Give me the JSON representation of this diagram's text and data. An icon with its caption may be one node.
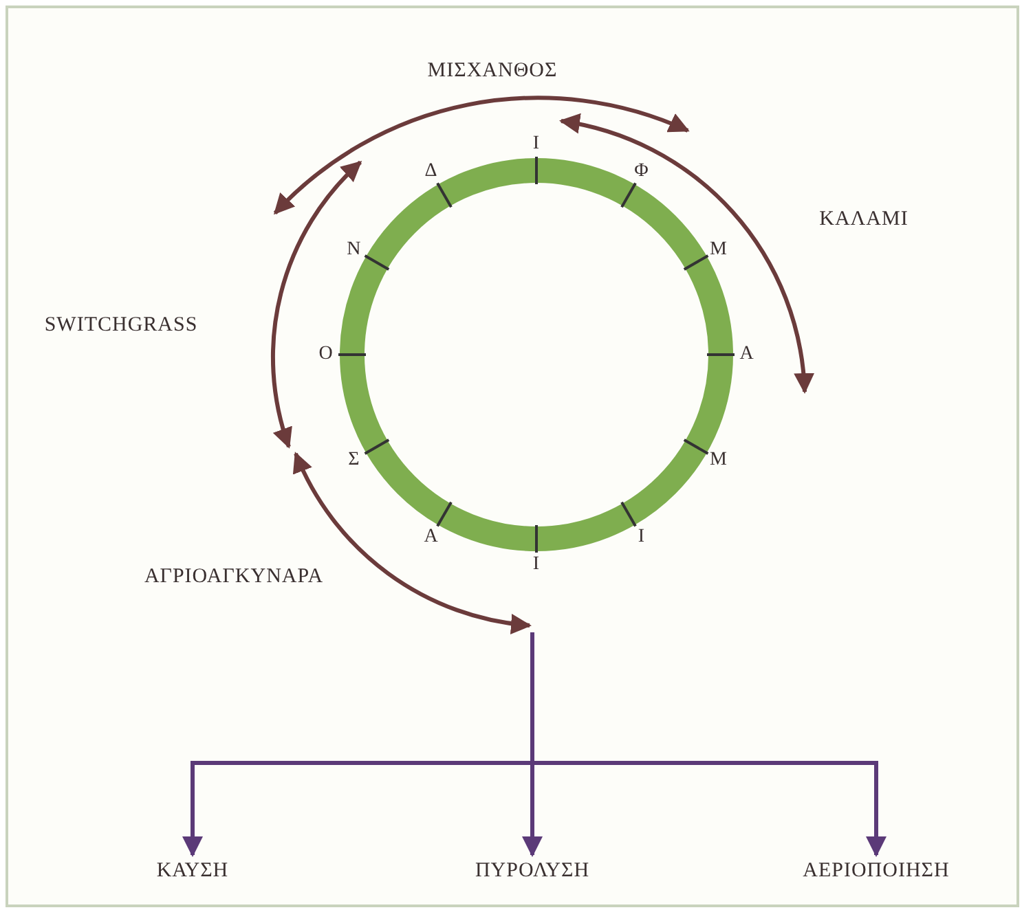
{
  "diagram": {
    "nodes": [
      {
        "text": [
          "ΚΑΥΣΗ"
        ]
      },
      {
        "text": [
          "ΠΥΡΟΛΥΣΗ"
        ]
      },
      {
        "text": [
          "ΑΕΡΙΟΠΟΙΗΣΗ"
        ]
      }
    ],
    "edges": [
      {
        "from": null,
        "to": 0,
        "arrow": "to"
      },
      {
        "from": null,
        "to": 1,
        "arrow": "to"
      },
      {
        "from": null,
        "to": 2,
        "arrow": "to"
      }
    ],
    "labels": [
      "Ι",
      "Φ",
      "Μ",
      "Α",
      "Μ",
      "Ι",
      "Ι",
      "Α",
      "Σ",
      "Ο",
      "Ν",
      "Δ",
      "ΜΙΣΧΑΝΘΟΣ",
      "ΚΑΛΑΜΙ",
      "SWITCHGRASS",
      "ΑΓΡΙΟΑΓΚΥΝΑΡΑ"
    ]
  }
}
